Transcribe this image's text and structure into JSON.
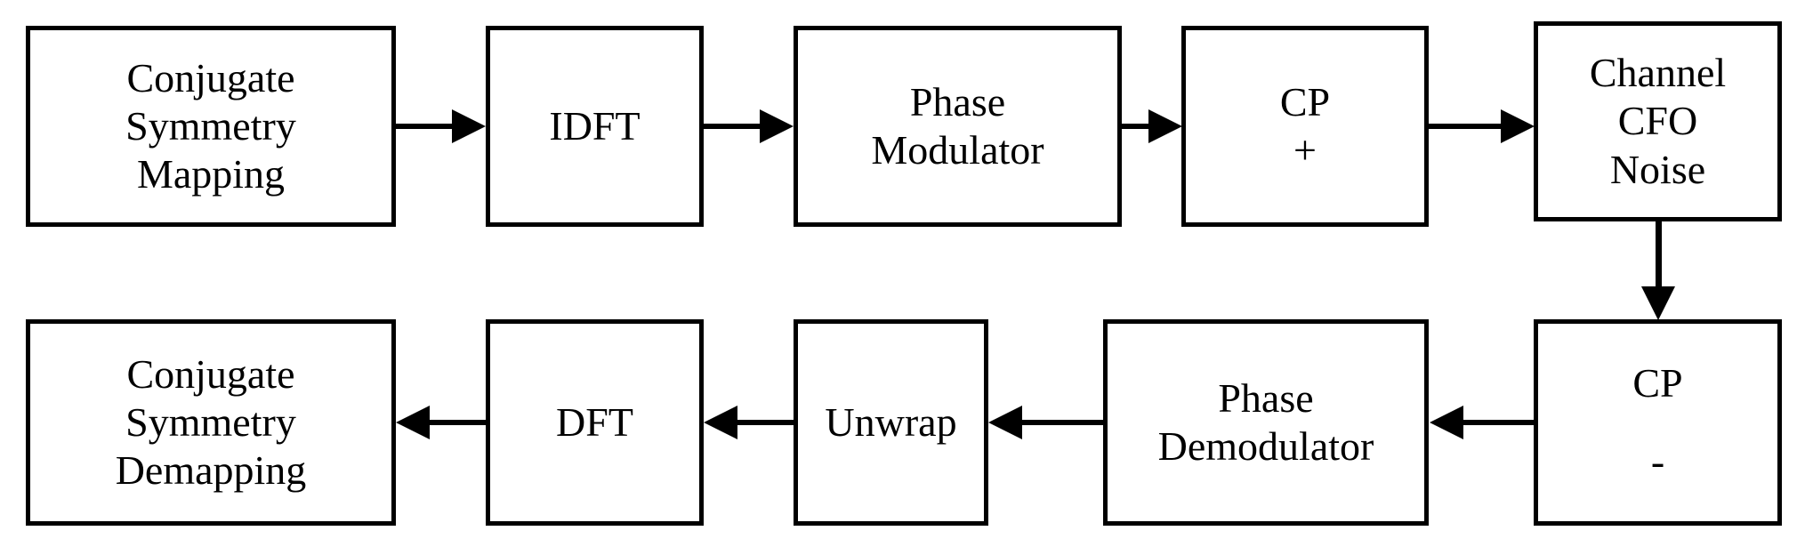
{
  "diagram": {
    "title": "OFDM phase-modulation transceiver block diagram",
    "stroke_color": "#000000",
    "background_color": "#ffffff",
    "blocks": [
      {
        "id": "conjugate-symmetry-mapping",
        "lines": [
          "Conjugate",
          "Symmetry",
          "Mapping"
        ],
        "row": "top"
      },
      {
        "id": "idft",
        "lines": [
          "IDFT"
        ],
        "row": "top"
      },
      {
        "id": "phase-modulator",
        "lines": [
          "Phase",
          "Modulator"
        ],
        "row": "top"
      },
      {
        "id": "cp-add",
        "lines": [
          "CP",
          "+"
        ],
        "row": "top"
      },
      {
        "id": "channel-cfo-noise",
        "lines": [
          "Channel",
          "CFO",
          "Noise"
        ],
        "row": "top"
      },
      {
        "id": "cp-remove",
        "lines": [
          "CP",
          "-"
        ],
        "row": "bottom"
      },
      {
        "id": "phase-demodulator",
        "lines": [
          "Phase",
          "Demodulator"
        ],
        "row": "bottom"
      },
      {
        "id": "unwrap",
        "lines": [
          "Unwrap"
        ],
        "row": "bottom"
      },
      {
        "id": "dft",
        "lines": [
          "DFT"
        ],
        "row": "bottom"
      },
      {
        "id": "conjugate-symmetry-demapping",
        "lines": [
          "Conjugate",
          "Symmetry",
          "Demapping"
        ],
        "row": "bottom"
      }
    ],
    "connections": [
      {
        "id": "mapping-to-idft",
        "from": "conjugate-symmetry-mapping",
        "to": "idft",
        "direction": "right"
      },
      {
        "id": "idft-to-phase-modulator",
        "from": "idft",
        "to": "phase-modulator",
        "direction": "right"
      },
      {
        "id": "phase-modulator-to-cp-add",
        "from": "phase-modulator",
        "to": "cp-add",
        "direction": "right"
      },
      {
        "id": "cp-add-to-channel",
        "from": "cp-add",
        "to": "channel-cfo-noise",
        "direction": "right"
      },
      {
        "id": "channel-to-cp-remove",
        "from": "channel-cfo-noise",
        "to": "cp-remove",
        "direction": "down"
      },
      {
        "id": "cp-remove-to-phase-demodulator",
        "from": "cp-remove",
        "to": "phase-demodulator",
        "direction": "left"
      },
      {
        "id": "phase-demodulator-to-unwrap",
        "from": "phase-demodulator",
        "to": "unwrap",
        "direction": "left"
      },
      {
        "id": "unwrap-to-dft",
        "from": "unwrap",
        "to": "dft",
        "direction": "left"
      },
      {
        "id": "dft-to-demapping",
        "from": "dft",
        "to": "conjugate-symmetry-demapping",
        "direction": "left"
      }
    ]
  }
}
